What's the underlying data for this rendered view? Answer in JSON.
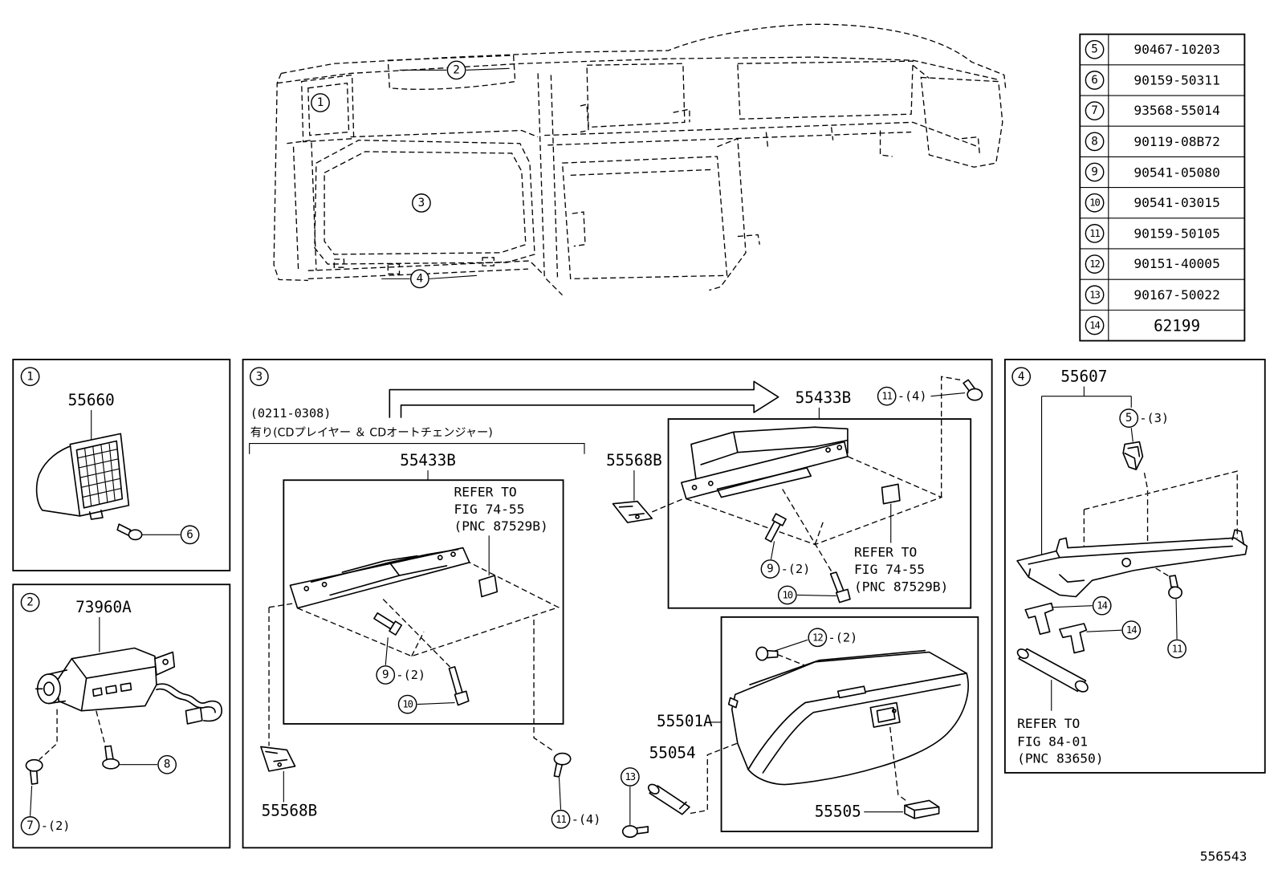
{
  "parts_table": {
    "rows": [
      {
        "ref": "5",
        "part_no": "90467-10203"
      },
      {
        "ref": "6",
        "part_no": "90159-50311"
      },
      {
        "ref": "7",
        "part_no": "93568-55014"
      },
      {
        "ref": "8",
        "part_no": "90119-08B72"
      },
      {
        "ref": "9",
        "part_no": "90541-05080"
      },
      {
        "ref": "10",
        "part_no": "90541-03015"
      },
      {
        "ref": "11",
        "part_no": "90159-50105"
      },
      {
        "ref": "12",
        "part_no": "90151-40005"
      },
      {
        "ref": "13",
        "part_no": "90167-50022"
      },
      {
        "ref": "14",
        "part_no": "62199"
      }
    ]
  },
  "overview": {
    "callouts": [
      "1",
      "2",
      "3",
      "4"
    ]
  },
  "panel_1": {
    "callout": "1",
    "part_no": "55660",
    "screw": {
      "ref": "6"
    }
  },
  "panel_2": {
    "callout": "2",
    "part_no": "73960A",
    "screw_a": {
      "ref": "8"
    },
    "screw_b": {
      "ref": "7",
      "qty": "-(2)"
    }
  },
  "panel_3": {
    "callout": "3",
    "date_range": "(0211-0308)",
    "condition": "有り(CDプレイヤー ＆ CDオートチェンジャー)",
    "left_bracket": {
      "part_no": "55433B",
      "refer": [
        "REFER TO",
        "FIG 74-55",
        "(PNC 87529B)"
      ],
      "bolt_a": {
        "ref": "9",
        "qty": "-(2)"
      },
      "bolt_b": {
        "ref": "10"
      }
    },
    "left_clip": {
      "part_no": "55568B"
    },
    "left_screw": {
      "ref": "11",
      "qty": "-(4)"
    },
    "right_bracket": {
      "part_no": "55433B",
      "refer": [
        "REFER TO",
        "FIG 74-55",
        "(PNC 87529B)"
      ],
      "bolt_a": {
        "ref": "9",
        "qty": "-(2)"
      },
      "bolt_b": {
        "ref": "10"
      }
    },
    "right_clip": {
      "part_no": "55568B"
    },
    "right_screw": {
      "ref": "11",
      "qty": "-(4)"
    },
    "glove_box": {
      "part_no": "55501A",
      "screw": {
        "ref": "12",
        "qty": "-(2)"
      },
      "hinge_pin": {
        "part_no": "55054"
      },
      "pin_screw": {
        "ref": "13"
      },
      "latch": {
        "part_no": "55505"
      }
    }
  },
  "panel_4": {
    "callout": "4",
    "part_no": "55607",
    "clip": {
      "ref": "5",
      "qty": "-(3)"
    },
    "screw": {
      "ref": "11"
    },
    "clip_a": {
      "ref": "14"
    },
    "clip_b": {
      "ref": "14"
    },
    "refer": [
      "REFER TO",
      "FIG 84-01",
      "(PNC 83650)"
    ]
  },
  "diagram_id": "556543"
}
